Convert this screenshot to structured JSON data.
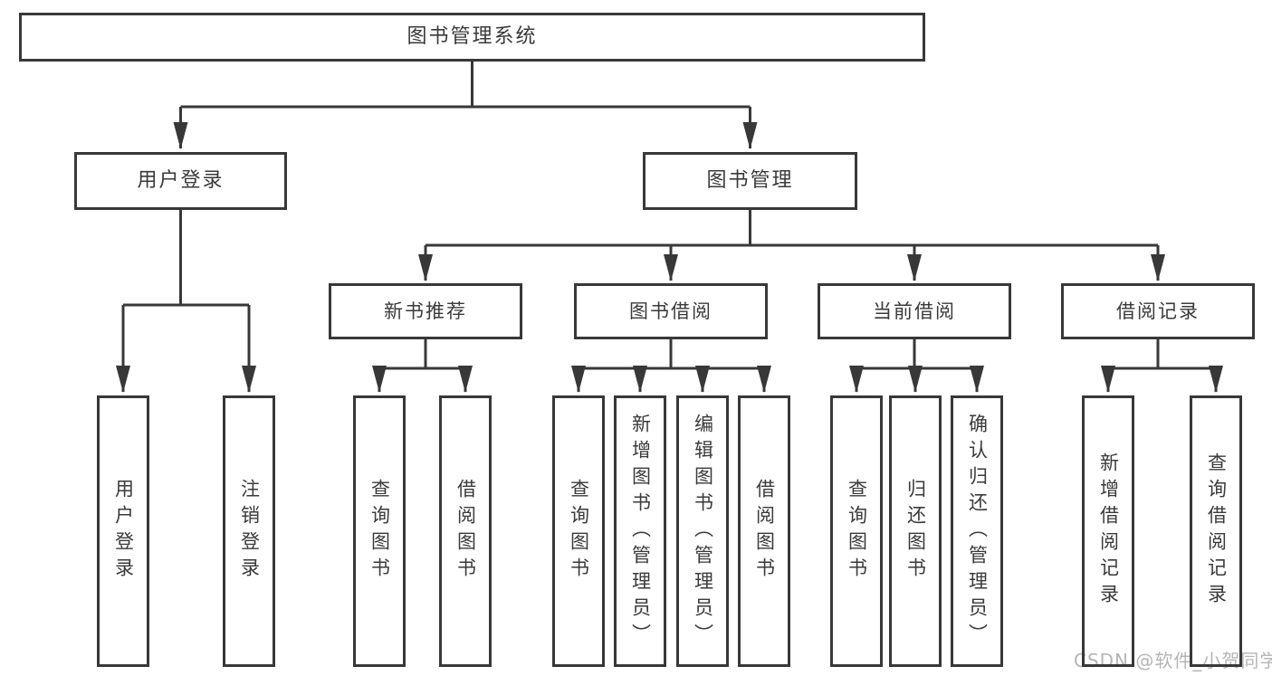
{
  "diagram_title": "图书管理系统",
  "tree": {
    "root": {
      "label": "图书管理系统"
    },
    "branches": [
      {
        "label": "用户登录",
        "leaves": [
          {
            "label": "用户登录"
          },
          {
            "label": "注销登录"
          }
        ]
      },
      {
        "label": "图书管理",
        "groups": [
          {
            "label": "新书推荐",
            "leaves": [
              {
                "label": "查询图书"
              },
              {
                "label": "借阅图书"
              }
            ]
          },
          {
            "label": "图书借阅",
            "leaves": [
              {
                "label": "查询图书"
              },
              {
                "label": "新增图书（管理员）"
              },
              {
                "label": "编辑图书（管理员）"
              },
              {
                "label": "借阅图书"
              }
            ]
          },
          {
            "label": "当前借阅",
            "leaves": [
              {
                "label": "查询图书"
              },
              {
                "label": "归还图书"
              },
              {
                "label": "确认归还（管理员）"
              }
            ]
          },
          {
            "label": "借阅记录",
            "leaves": [
              {
                "label": "新增借阅记录"
              },
              {
                "label": "查询借阅记录"
              }
            ]
          }
        ]
      }
    ]
  },
  "watermark": "CSDN @软件_小贺同学",
  "colors": {
    "line": "#383838",
    "text": "#3a3a3a",
    "watermark": "#b5b5b5",
    "background": "#ffffff"
  }
}
